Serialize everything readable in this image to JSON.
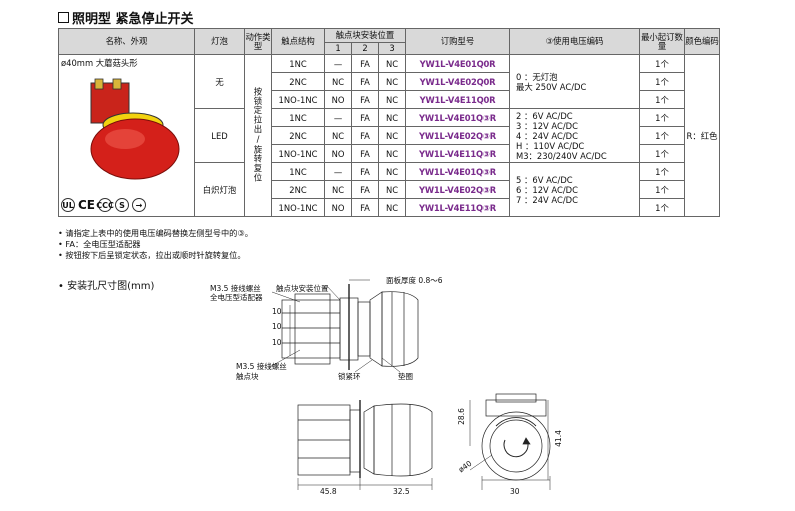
{
  "title": "照明型 紧急停止开关",
  "headers": {
    "name": "名称、外观",
    "lamp": "灯泡",
    "action": "动作类型",
    "contact": "触点结构",
    "position": "触点块安装位置",
    "pos1": "1",
    "pos2": "2",
    "pos3": "3",
    "model": "订购型号",
    "voltage_code": "③使用电压编码",
    "min_order": "最小起订数量",
    "color_code": "颜色编码"
  },
  "product_name": "ø40mm 大蘑菇头形",
  "action_type": "按锁定拉出/旋转复位",
  "color_value": "R：红色",
  "groups": [
    {
      "lamp": "无",
      "voltage": [
        "0  ：无灯泡",
        "最大 250V AC/DC"
      ],
      "rows": [
        {
          "contact": "1NC",
          "p1": "—",
          "p2": "FA",
          "p3": "NC",
          "model": "YW1L-V4E01Q0R",
          "qty": "1个"
        },
        {
          "contact": "2NC",
          "p1": "NC",
          "p2": "FA",
          "p3": "NC",
          "model": "YW1L-V4E02Q0R",
          "qty": "1个"
        },
        {
          "contact": "1NO-1NC",
          "p1": "NO",
          "p2": "FA",
          "p3": "NC",
          "model": "YW1L-V4E11Q0R",
          "qty": "1个"
        }
      ]
    },
    {
      "lamp": "LED",
      "voltage": [
        "2  ：6V AC/DC",
        "3  ：12V AC/DC",
        "4  ：24V AC/DC",
        "H  ：110V AC/DC",
        "M3：230/240V AC/DC"
      ],
      "rows": [
        {
          "contact": "1NC",
          "p1": "—",
          "p2": "FA",
          "p3": "NC",
          "model": "YW1L-V4E01Q③R",
          "qty": "1个"
        },
        {
          "contact": "2NC",
          "p1": "NC",
          "p2": "FA",
          "p3": "NC",
          "model": "YW1L-V4E02Q③R",
          "qty": "1个"
        },
        {
          "contact": "1NO-1NC",
          "p1": "NO",
          "p2": "FA",
          "p3": "NC",
          "model": "YW1L-V4E11Q③R",
          "qty": "1个"
        }
      ]
    },
    {
      "lamp": "白炽灯泡",
      "voltage": [
        "5  ：6V AC/DC",
        "6  ：12V AC/DC",
        "7  ：24V AC/DC"
      ],
      "rows": [
        {
          "contact": "1NC",
          "p1": "—",
          "p2": "FA",
          "p3": "NC",
          "model": "YW1L-V4E01Q③R",
          "qty": "1个"
        },
        {
          "contact": "2NC",
          "p1": "NC",
          "p2": "FA",
          "p3": "NC",
          "model": "YW1L-V4E02Q③R",
          "qty": "1个"
        },
        {
          "contact": "1NO-1NC",
          "p1": "NO",
          "p2": "FA",
          "p3": "NC",
          "model": "YW1L-V4E11Q③R",
          "qty": "1个"
        }
      ]
    }
  ],
  "notes": [
    "• 请指定上表中的使用电压编码替换左侧型号中的③。",
    "• FA：全电压型适配器",
    "• 按钮按下后呈锁定状态，拉出或顺时针旋转复位。"
  ],
  "certs": [
    "UL",
    "CE",
    "CCC",
    "S",
    "→"
  ],
  "drawing": {
    "subtitle": "• 安装孔尺寸图(mm)",
    "labels": {
      "m35_adapter": "M3.5 接线螺丝",
      "adapter": "全电压型适配器",
      "contact_pos": "触点块安装位置",
      "panel": "面板厚度 0.8～6",
      "m35_contact": "M3.5 接线螺丝",
      "contact_block": "触点块",
      "lock_ring": "锁紧环",
      "washer": "垫圈",
      "dim10a": "10",
      "dim10b": "10",
      "dim10c": "10",
      "dim286": "28.6",
      "dim414": "41.4",
      "dim458": "45.8",
      "dim325": "32.5",
      "dim30": "30",
      "dimdia": "ø40"
    }
  }
}
